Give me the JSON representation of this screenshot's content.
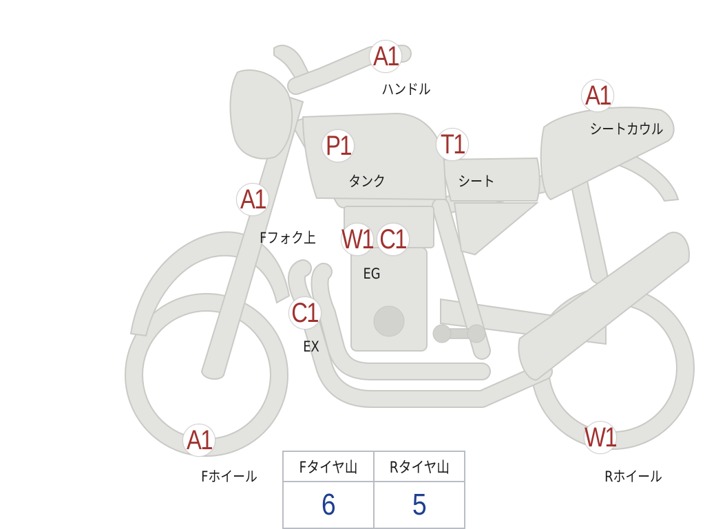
{
  "colors": {
    "part_fill": "#e3e3e0",
    "part_stroke": "#c9c9c6",
    "code_text": "#a0322f",
    "label_text": "#1a1a1a",
    "tread_value": "#1f3f8f",
    "table_border": "#b9bcc4"
  },
  "points": [
    {
      "code": "A1",
      "label": "ハンドル"
    },
    {
      "code": "A1",
      "label": "シートカウル"
    },
    {
      "code": "P1",
      "label": "タンク"
    },
    {
      "code": "T1",
      "label": "シート"
    },
    {
      "code": "A1",
      "label": "Fフォク上"
    },
    {
      "code": "W1",
      "label": "EG"
    },
    {
      "code": "C1",
      "label": ""
    },
    {
      "code": "C1",
      "label": "EX"
    },
    {
      "code": "A1",
      "label": "Fホイール"
    },
    {
      "code": "W1",
      "label": "Rホイール"
    }
  ],
  "tire_tread": {
    "front_header": "Fタイヤ山",
    "rear_header": "Rタイヤ山",
    "front_value": "6",
    "rear_value": "5"
  }
}
